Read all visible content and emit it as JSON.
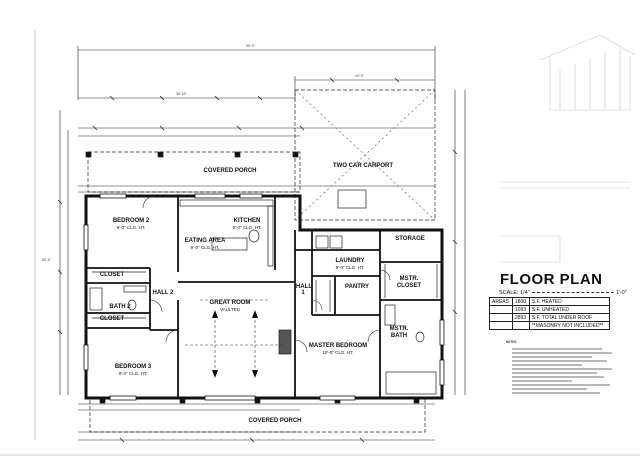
{
  "sheet": {
    "title": "FLOOR PLAN",
    "scale_label": "SCALE: 1/4\"",
    "scale_value": "1'-0\""
  },
  "areas": {
    "header": "AREAS",
    "rows": [
      {
        "value": "1800",
        "label": "S.F. HEATED"
      },
      {
        "value": "1093",
        "label": "S.F. UNHEATED"
      },
      {
        "value": "2893",
        "label": "S.F. TOTAL UNDER ROOF"
      }
    ],
    "note": "**MASONRY NOT INCLUDED**"
  },
  "rooms": {
    "covered_porch_top": "COVERED PORCH",
    "carport": "TWO CAR CARPORT",
    "bedroom2": {
      "name": "BEDROOM 2",
      "sub": "9'-0\" CLG. HT."
    },
    "kitchen": {
      "name": "KITCHEN",
      "sub": "9'-0\" CLG. HT."
    },
    "eating": {
      "name": "EATING AREA",
      "sub": "9'-0\" CLG. HT."
    },
    "storage": "STORAGE",
    "laundry": {
      "name": "LAUNDRY",
      "sub": "9'-0\" CLG. HT."
    },
    "closet_top": "CLOSET",
    "hall2": "HALL 2",
    "bath2": "BATH 2",
    "closet_bottom": "CLOSET",
    "great_room": "GREAT ROOM",
    "great_room_sub": "VAULTED",
    "hall1": "HALL 1",
    "pantry": "PANTRY",
    "mstr_closet": "MSTR. CLOSET",
    "master_bedroom": {
      "name": "MASTER BEDROOM",
      "sub": "10'-0\" CLG. HT."
    },
    "mstr_bath": "MSTR. BATH",
    "bedroom3": {
      "name": "BEDROOM 3",
      "sub": "9'-0\" CLG. HT."
    },
    "covered_porch_bottom": "COVERED PORCH"
  },
  "dimensions": {
    "overall_width": "59'-0\"",
    "house_width": "39'-10\"",
    "carport_width": "19'-2\"",
    "house_depth": "50'-0\""
  },
  "notes_heading": "NOTES"
}
